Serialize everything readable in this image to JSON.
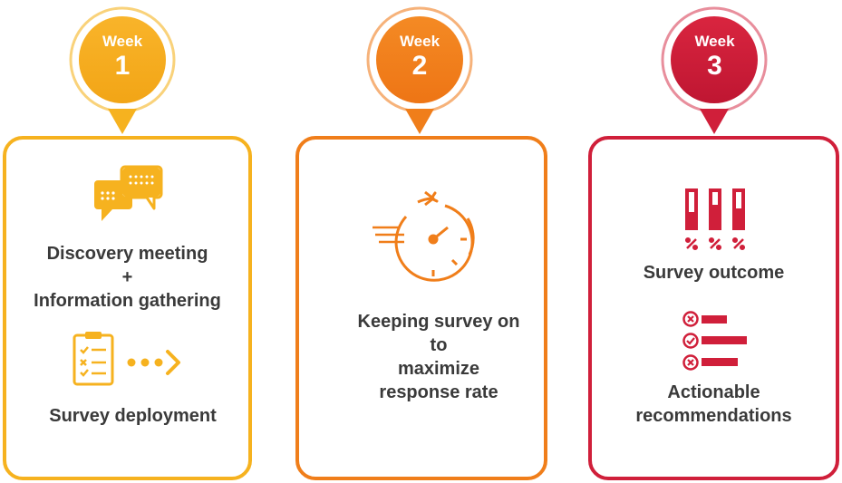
{
  "weeks": [
    {
      "label": "Week",
      "number": "1",
      "color": "#F6B21F",
      "items": [
        {
          "icon": "chat-bubbles-icon",
          "lines": [
            "Discovery meeting",
            "+",
            "Information gathering"
          ]
        },
        {
          "icon": "checklist-arrow-icon",
          "lines": [
            "Survey deployment"
          ]
        }
      ]
    },
    {
      "label": "Week",
      "number": "2",
      "color": "#F07E1A",
      "items": [
        {
          "icon": "fast-timer-icon",
          "lines": [
            "Keeping survey on",
            "to",
            "maximize",
            "response rate"
          ]
        }
      ]
    },
    {
      "label": "Week",
      "number": "3",
      "color": "#D01F3A",
      "items": [
        {
          "icon": "percentage-bars-icon",
          "lines": [
            "Survey outcome"
          ]
        },
        {
          "icon": "checklist-bars-icon",
          "lines": [
            "Actionable",
            "recommendations"
          ]
        }
      ]
    }
  ]
}
